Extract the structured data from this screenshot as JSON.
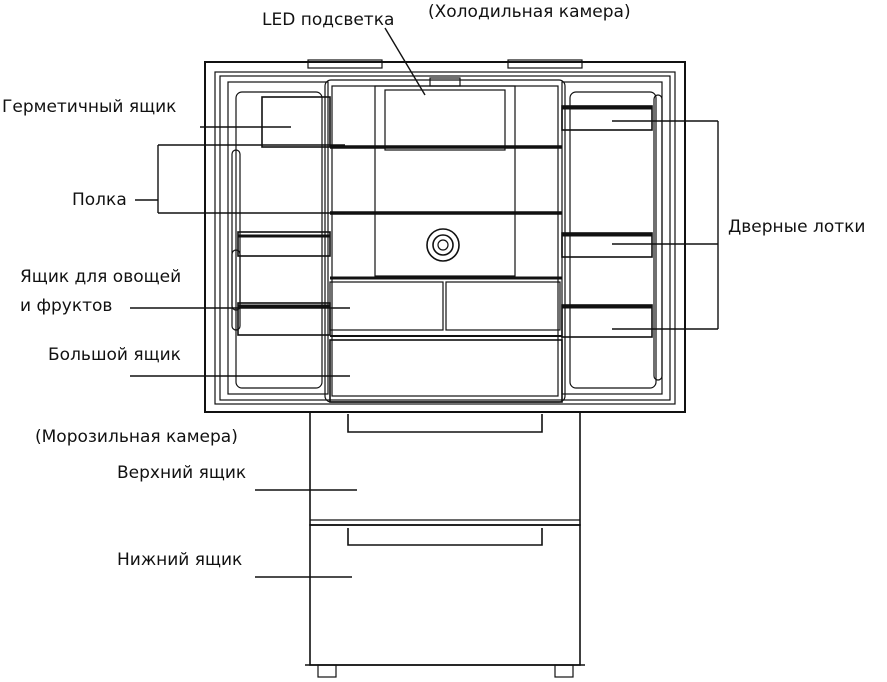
{
  "labels": {
    "led": "LED подсветка",
    "fridge_section": "(Холодильная камера)",
    "sealed_box": "Герметичный ящик",
    "shelf": "Полка",
    "door_bins": "Дверные лотки",
    "crisper_line1": "Ящик для овощей",
    "crisper_line2": "и фруктов",
    "large_drawer": "Большой ящик",
    "freezer_section": "(Морозильная камера)",
    "upper_drawer": "Верхний ящик",
    "lower_drawer": "Нижний ящик"
  }
}
